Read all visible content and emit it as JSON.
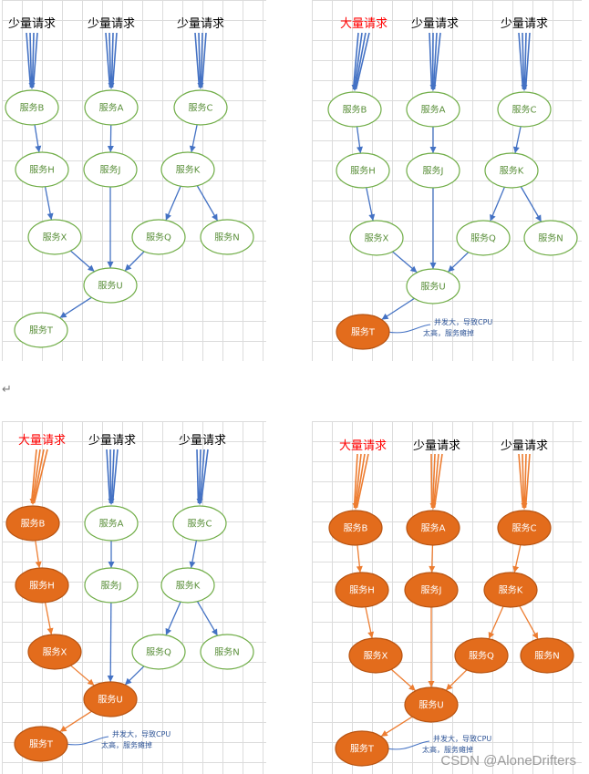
{
  "colors": {
    "green_stroke": "#70ad47",
    "green_text": "#5a8f3a",
    "orange_fill": "#e36c1c",
    "orange_stroke": "#b85412",
    "blue_arrow": "#4472c4",
    "orange_arrow": "#ed7d31",
    "red_text": "#ff0000",
    "black_text": "#000000",
    "note_text": "#2f5597"
  },
  "panels": [
    {
      "requests": [
        {
          "label": "少量请求",
          "heavy": false
        },
        {
          "label": "少量请求",
          "heavy": false
        },
        {
          "label": "少量请求",
          "heavy": false
        }
      ],
      "nodes": {
        "B": {
          "label": "服务B",
          "failed": false
        },
        "A": {
          "label": "服务A",
          "failed": false
        },
        "C": {
          "label": "服务C",
          "failed": false
        },
        "H": {
          "label": "服务H",
          "failed": false
        },
        "J": {
          "label": "服务J",
          "failed": false
        },
        "K": {
          "label": "服务K",
          "failed": false
        },
        "X": {
          "label": "服务X",
          "failed": false
        },
        "Q": {
          "label": "服务Q",
          "failed": false
        },
        "N": {
          "label": "服务N",
          "failed": false
        },
        "U": {
          "label": "服务U",
          "failed": false
        },
        "T": {
          "label": "服务T",
          "failed": false
        }
      },
      "hot_edges": [],
      "hot_requests": [],
      "note": ""
    },
    {
      "requests": [
        {
          "label": "大量请求",
          "heavy": true
        },
        {
          "label": "少量请求",
          "heavy": false
        },
        {
          "label": "少量请求",
          "heavy": false
        }
      ],
      "nodes": {
        "B": {
          "label": "服务B",
          "failed": false
        },
        "A": {
          "label": "服务A",
          "failed": false
        },
        "C": {
          "label": "服务C",
          "failed": false
        },
        "H": {
          "label": "服务H",
          "failed": false
        },
        "J": {
          "label": "服务J",
          "failed": false
        },
        "K": {
          "label": "服务K",
          "failed": false
        },
        "X": {
          "label": "服务X",
          "failed": false
        },
        "Q": {
          "label": "服务Q",
          "failed": false
        },
        "N": {
          "label": "服务N",
          "failed": false
        },
        "U": {
          "label": "服务U",
          "failed": false
        },
        "T": {
          "label": "服务T",
          "failed": true
        }
      },
      "hot_edges": [],
      "hot_requests": [],
      "note": "并发大，导致CPU太高，服务瘫掉"
    },
    {
      "requests": [
        {
          "label": "大量请求",
          "heavy": true
        },
        {
          "label": "少量请求",
          "heavy": false
        },
        {
          "label": "少量请求",
          "heavy": false
        }
      ],
      "nodes": {
        "B": {
          "label": "服务B",
          "failed": true
        },
        "A": {
          "label": "服务A",
          "failed": false
        },
        "C": {
          "label": "服务C",
          "failed": false
        },
        "H": {
          "label": "服务H",
          "failed": true
        },
        "J": {
          "label": "服务J",
          "failed": false
        },
        "K": {
          "label": "服务K",
          "failed": false
        },
        "X": {
          "label": "服务X",
          "failed": true
        },
        "Q": {
          "label": "服务Q",
          "failed": false
        },
        "N": {
          "label": "服务N",
          "failed": false
        },
        "U": {
          "label": "服务U",
          "failed": true
        },
        "T": {
          "label": "服务T",
          "failed": true
        }
      },
      "hot_edges": [
        "B-H",
        "H-X",
        "X-U",
        "U-T"
      ],
      "hot_requests": [
        0
      ],
      "note": "并发大，导致CPU太高，服务瘫掉"
    },
    {
      "requests": [
        {
          "label": "大量请求",
          "heavy": true
        },
        {
          "label": "少量请求",
          "heavy": false
        },
        {
          "label": "少量请求",
          "heavy": false
        }
      ],
      "nodes": {
        "B": {
          "label": "服务B",
          "failed": true
        },
        "A": {
          "label": "服务A",
          "failed": true
        },
        "C": {
          "label": "服务C",
          "failed": true
        },
        "H": {
          "label": "服务H",
          "failed": true
        },
        "J": {
          "label": "服务J",
          "failed": true
        },
        "K": {
          "label": "服务K",
          "failed": true
        },
        "X": {
          "label": "服务X",
          "failed": true
        },
        "Q": {
          "label": "服务Q",
          "failed": true
        },
        "N": {
          "label": "服务N",
          "failed": true
        },
        "U": {
          "label": "服务U",
          "failed": true
        },
        "T": {
          "label": "服务T",
          "failed": true
        }
      },
      "hot_edges": [
        "B-H",
        "H-X",
        "X-U",
        "U-T",
        "A-J",
        "J-U",
        "C-K",
        "K-Q",
        "K-N",
        "Q-U"
      ],
      "hot_requests": [
        0,
        1,
        2
      ],
      "note": "并发大，导致CPU太高，服务瘫掉"
    }
  ],
  "return_mark": "↵",
  "watermark": "CSDN @AloneDrifters"
}
